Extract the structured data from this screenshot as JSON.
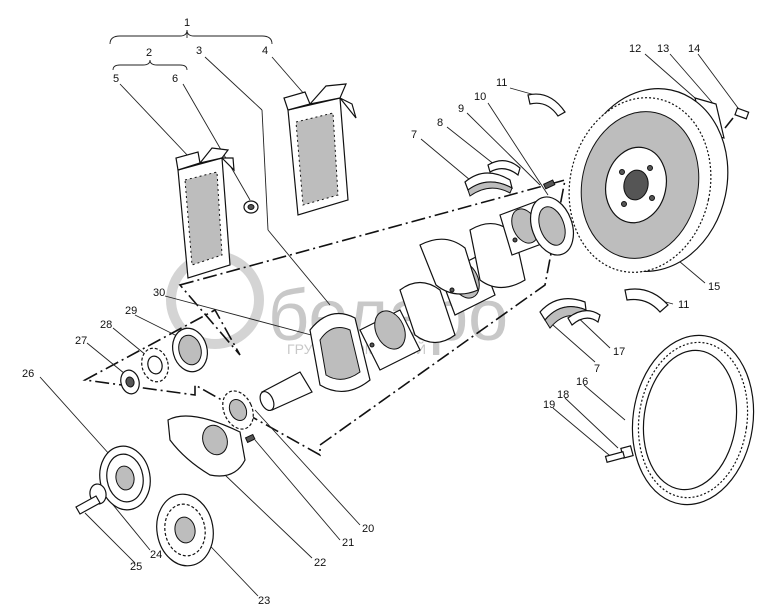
{
  "watermark": {
    "brand": "беларо",
    "tagline": "ГРУППА КОМПАНИЙ"
  },
  "callouts": [
    {
      "id": "c1",
      "text": "1"
    },
    {
      "id": "c2",
      "text": "2"
    },
    {
      "id": "c3",
      "text": "3"
    },
    {
      "id": "c4",
      "text": "4"
    },
    {
      "id": "c5",
      "text": "5"
    },
    {
      "id": "c6",
      "text": "6"
    },
    {
      "id": "c7a",
      "text": "7"
    },
    {
      "id": "c8",
      "text": "8"
    },
    {
      "id": "c9",
      "text": "9"
    },
    {
      "id": "c10",
      "text": "10"
    },
    {
      "id": "c11a",
      "text": "11"
    },
    {
      "id": "c12",
      "text": "12"
    },
    {
      "id": "c13",
      "text": "13"
    },
    {
      "id": "c14",
      "text": "14"
    },
    {
      "id": "c15",
      "text": "15"
    },
    {
      "id": "c11b",
      "text": "11"
    },
    {
      "id": "c17",
      "text": "17"
    },
    {
      "id": "c7b",
      "text": "7"
    },
    {
      "id": "c16",
      "text": "16"
    },
    {
      "id": "c18",
      "text": "18"
    },
    {
      "id": "c19",
      "text": "19"
    },
    {
      "id": "c20",
      "text": "20"
    },
    {
      "id": "c21",
      "text": "21"
    },
    {
      "id": "c22",
      "text": "22"
    },
    {
      "id": "c23",
      "text": "23"
    },
    {
      "id": "c24",
      "text": "24"
    },
    {
      "id": "c25",
      "text": "25"
    },
    {
      "id": "c26",
      "text": "26"
    },
    {
      "id": "c27",
      "text": "27"
    },
    {
      "id": "c28",
      "text": "28"
    },
    {
      "id": "c29",
      "text": "29"
    },
    {
      "id": "c30",
      "text": "30"
    }
  ]
}
